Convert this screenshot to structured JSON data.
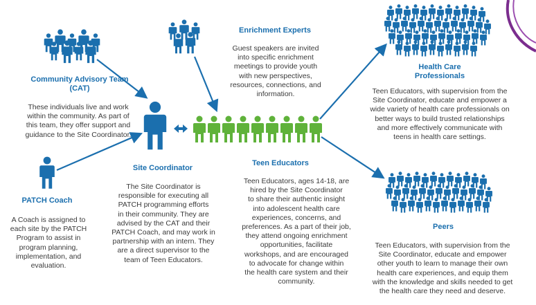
{
  "nodes": {
    "cat": {
      "title": "Community Advisory Team\n(CAT)",
      "body": "These individuals live and work\nwithin the community. As part of\nthis team, they offer support and\nguidance to the Site Coordinator."
    },
    "enrichment": {
      "title": "Enrichment Experts",
      "body": "Guest speakers are invited\ninto specific enrichment\nmeetings to provide youth\nwith new perspectives,\nresources, connections, and\ninformation."
    },
    "health": {
      "title": "Health Care\nProfessionals",
      "body": "Teen Educators, with supervision from the\nSite Coordinator, educate and empower a\nwide variety of health care professionals on\nbetter ways to build trusted relationships\nand more effectively communicate with\nteens in health care settings."
    },
    "coordinator": {
      "title": "Site Coordinator",
      "body": "The Site Coordinator is\nresponsible for executing all\nPATCH programming efforts\nin their community. They are\nadvised by the CAT and their\nPATCH Coach, and may work in\npartnership with an intern. They\nare a direct supervisor to the\nteam of Teen Educators."
    },
    "coach": {
      "title": "PATCH Coach",
      "body": "A Coach is assigned to\neach site by the PATCH\nProgram to assist in\nprogram planning,\nimplementation, and\nevaluation."
    },
    "teen": {
      "title": "Teen Educators",
      "body": "Teen Educators, ages 14-18, are\nhired by the Site Coordinator\nto share their authentic insight\ninto adolescent health care\nexperiences, concerns, and\npreferences. As a part of their job,\nthey attend ongoing enrichment\nopportunities, facilitate\nworkshops, and are encouraged\nto advocate for change within\nthe health care system and their\ncommunity."
    },
    "peers": {
      "title": "Peers",
      "body": "Teen Educators, with supervision from the\nSite Coordinator, educate and empower\nother youth to learn to manage their own\nhealth care experiences, and equip them\nwith the knowledge and skills needed to get\nthe health care they need and deserve."
    }
  },
  "colors": {
    "blue": "#1b6fae",
    "green": "#5fb23a",
    "purple": "#7b2d8e",
    "text": "#3a3a3a"
  },
  "icons": [
    "person-icon",
    "group-icon",
    "crowd-icon",
    "arrow-icon",
    "double-arrow-icon"
  ]
}
